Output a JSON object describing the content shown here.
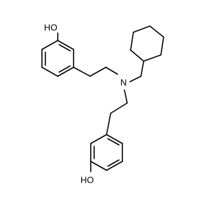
{
  "molecule": {
    "atom_labels": {
      "oh_top": "HO",
      "nitrogen": "N",
      "oh_bottom": "HO"
    },
    "bond_color": "#000000",
    "background": "#ffffff"
  }
}
